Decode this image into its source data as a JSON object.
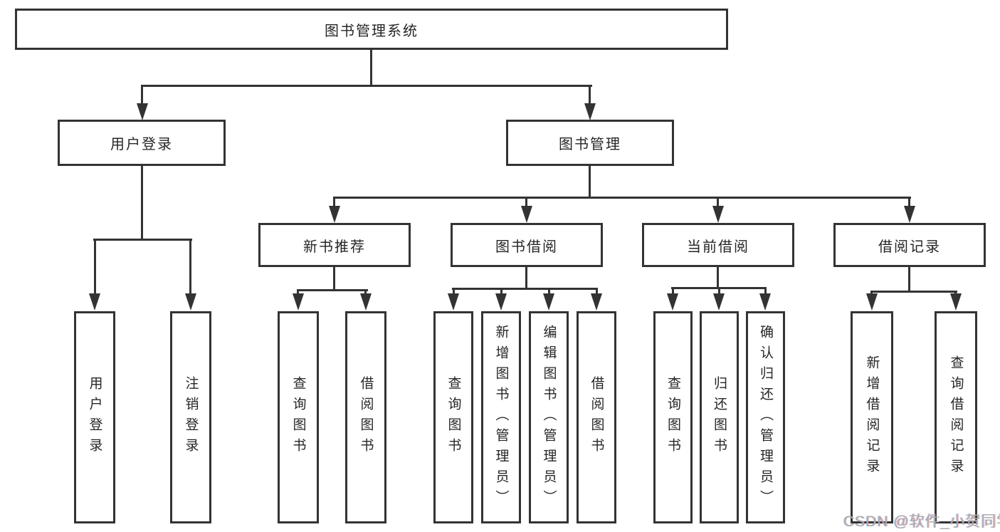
{
  "diagram": {
    "title": "图书管理系统",
    "root": {
      "label": "图书管理系统"
    },
    "level2": [
      {
        "label": "用户登录"
      },
      {
        "label": "图书管理"
      }
    ],
    "level3": [
      {
        "label": "新书推荐"
      },
      {
        "label": "图书借阅"
      },
      {
        "label": "当前借阅"
      },
      {
        "label": "借阅记录"
      }
    ],
    "leaves": {
      "user_login": [
        "用户登录",
        "注销登录"
      ],
      "new_book_recommend": [
        "查询图书",
        "借阅图书"
      ],
      "book_borrow": [
        "查询图书",
        "新增图书（管理员）",
        "编辑图书（管理员）",
        "借阅图书"
      ],
      "current_borrow": [
        "查询图书",
        "归还图书",
        "确认归还（管理员）"
      ],
      "borrow_record": [
        "新增借阅记录",
        "查询借阅记录"
      ]
    }
  },
  "watermark": {
    "text": "CSDN @软件_小贺同学"
  },
  "colors": {
    "line": "#333333",
    "box_fill": "#ffffff",
    "text": "#262626",
    "background": "#ffffff",
    "watermark": "#adadad"
  }
}
